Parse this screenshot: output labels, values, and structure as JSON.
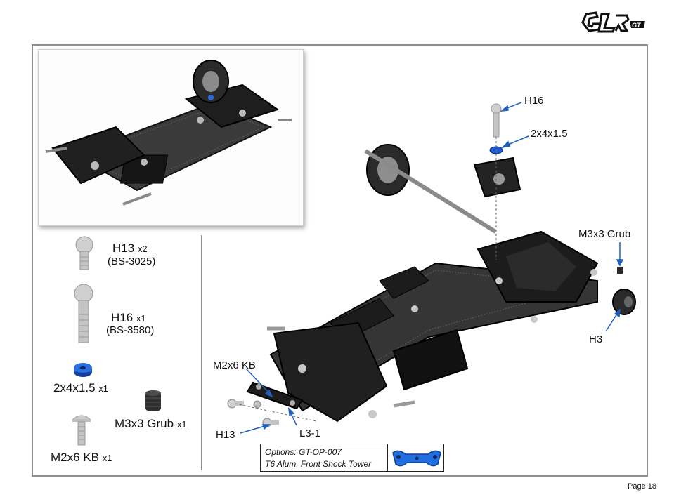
{
  "page": {
    "page_label": "Page 18"
  },
  "brand": {
    "logo_text": "GLR GT"
  },
  "parts": {
    "h13": {
      "name": "H13",
      "qty": "x2",
      "code": "(BS-3025)"
    },
    "h16": {
      "name": "H16",
      "qty": "x1",
      "code": "(BS-3580)"
    },
    "spacer": {
      "name": "2x4x1.5",
      "qty": "x1",
      "color": "#1a5bd0"
    },
    "grub": {
      "name": "M3x3 Grub",
      "qty": "x1"
    },
    "screw": {
      "name": "M2x6 KB",
      "qty": "x1"
    }
  },
  "callouts": {
    "h16": "H16",
    "spacer": "2x4x1.5",
    "grub": "M3x3 Grub",
    "h3": "H3",
    "m2x6kb": "M2x6 KB",
    "h13": "H13",
    "l31": "L3-1"
  },
  "options": {
    "line1": "Options: GT-OP-007",
    "line2": "T6 Alum. Front Shock Tower",
    "part_color": "#1f6fe0"
  },
  "colors": {
    "arrow": "#1f5fbf",
    "frame": "#8f8f8f"
  }
}
